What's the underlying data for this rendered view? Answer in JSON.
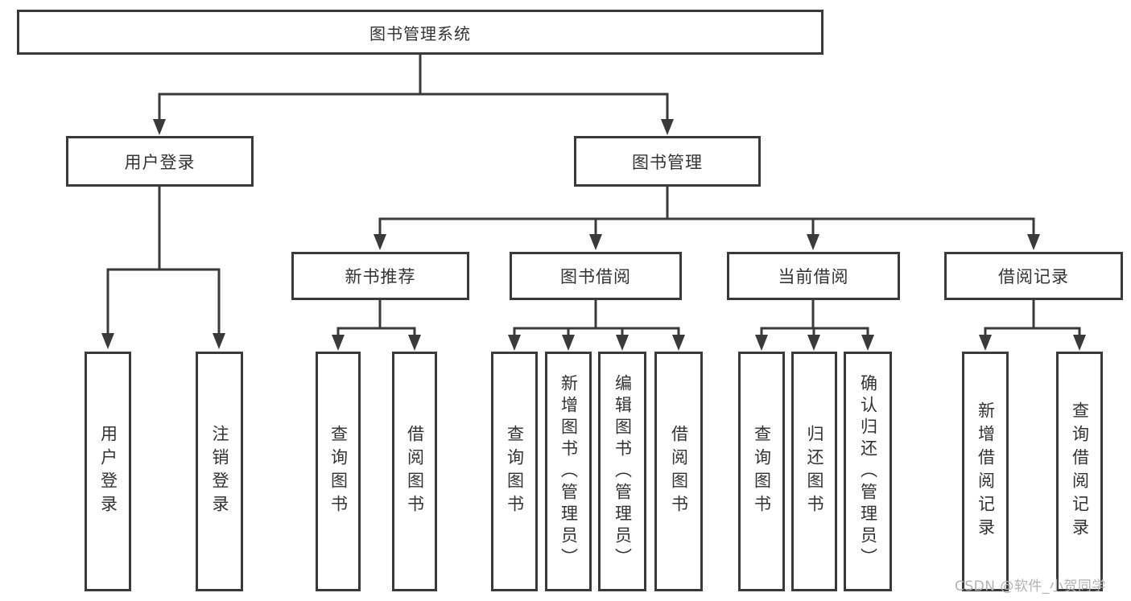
{
  "colors": {
    "line": "#3a3a3a",
    "box_border": "#3a3a3a",
    "text": "#333333",
    "watermark": "#b3b3b3",
    "background": "#ffffff"
  },
  "diagram": {
    "root": {
      "label": "图书管理系统"
    },
    "level2": [
      {
        "label": "用户登录"
      },
      {
        "label": "图书管理"
      }
    ],
    "level3": [
      {
        "label": "新书推荐"
      },
      {
        "label": "图书借阅"
      },
      {
        "label": "当前借阅"
      },
      {
        "label": "借阅记录"
      }
    ],
    "leaves": {
      "user_login": [
        {
          "label": "用户登录"
        },
        {
          "label": "注销登录"
        }
      ],
      "new_book_recommend": [
        {
          "label": "查询图书"
        },
        {
          "label": "借阅图书"
        }
      ],
      "book_borrowing": [
        {
          "label": "查询图书"
        },
        {
          "label": "新增图书（管理员）"
        },
        {
          "label": "编辑图书（管理员）"
        },
        {
          "label": "借阅图书"
        }
      ],
      "current_borrowing": [
        {
          "label": "查询图书"
        },
        {
          "label": "归还图书"
        },
        {
          "label": "确认归还（管理员）"
        }
      ],
      "borrowing_records": [
        {
          "label": "新增借阅记录"
        },
        {
          "label": "查询借阅记录"
        }
      ]
    }
  },
  "watermark": {
    "text": "CSDN @软件_小贺同学"
  }
}
